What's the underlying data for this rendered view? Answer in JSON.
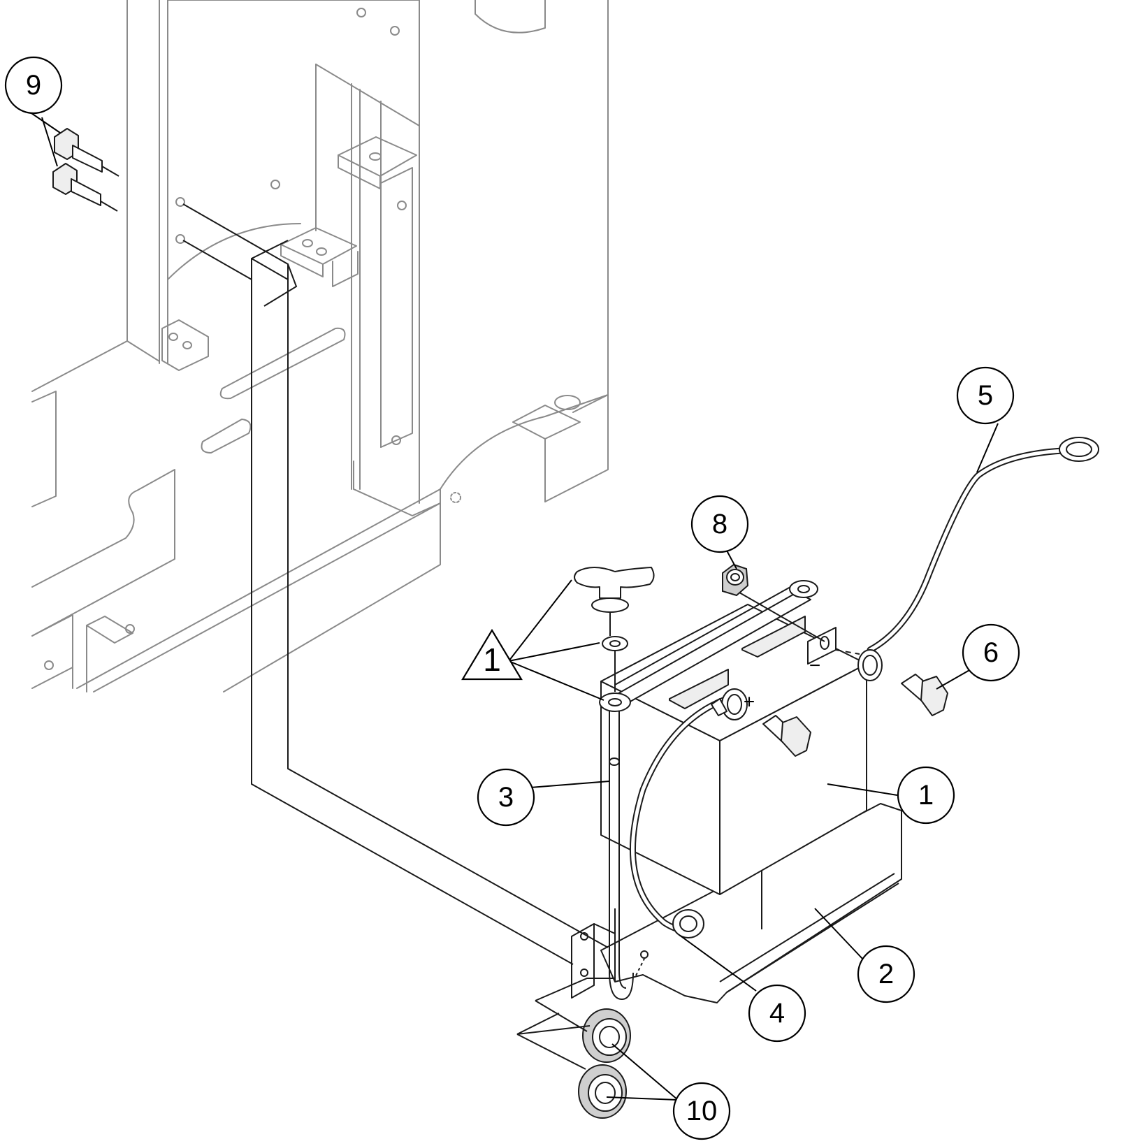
{
  "callouts": [
    {
      "id": "1",
      "label": "1"
    },
    {
      "id": "2",
      "label": "2"
    },
    {
      "id": "3",
      "label": "3"
    },
    {
      "id": "4",
      "label": "4"
    },
    {
      "id": "5",
      "label": "5"
    },
    {
      "id": "6",
      "label": "6"
    },
    {
      "id": "8",
      "label": "8"
    },
    {
      "id": "9",
      "label": "9"
    },
    {
      "id": "10",
      "label": "10"
    }
  ],
  "note_flag": {
    "label": "1"
  },
  "terminal_marks": {
    "negative": "−",
    "positive": "+"
  },
  "colors": {
    "frame": "#8a8a8a",
    "parts": "#1a1a1a",
    "background": "#ffffff"
  }
}
